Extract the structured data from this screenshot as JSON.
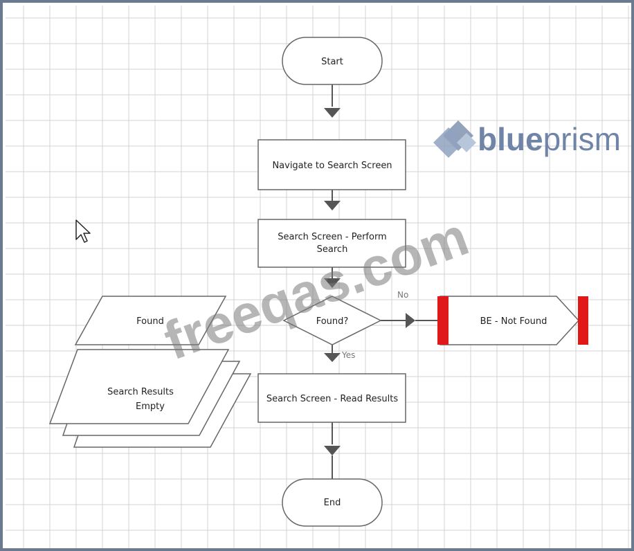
{
  "flowchart": {
    "start": "Start",
    "navigate": "Navigate to Search Screen",
    "perform_search_line1": "Search Screen - Perform",
    "perform_search_line2": "Search",
    "decision": "Found?",
    "no_label": "No",
    "yes_label": "Yes",
    "not_found": "BE - Not Found",
    "read_results": "Search Screen - Read Results",
    "end": "End"
  },
  "data_items": {
    "found": "Found",
    "search_results_line1": "Search Results",
    "search_results_line2": "Empty"
  },
  "logo": {
    "text_bold": "blue",
    "text_light": "prism",
    "color": "#6f84a6"
  },
  "watermark": "freeqas.com",
  "colors": {
    "frame": "#6b7a8f",
    "grid": "#d3d3d3",
    "node_border": "#666666",
    "connector": "#555555",
    "exception_bar": "#e01818"
  }
}
